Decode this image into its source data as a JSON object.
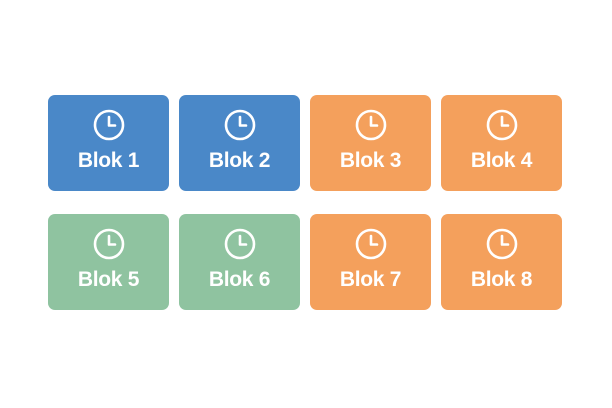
{
  "blocks": [
    {
      "label": "Blok 1",
      "color": "#4a88c8",
      "icon": "clock-icon"
    },
    {
      "label": "Blok 2",
      "color": "#4a88c8",
      "icon": "clock-icon"
    },
    {
      "label": "Blok 3",
      "color": "#f4a05c",
      "icon": "clock-icon"
    },
    {
      "label": "Blok 4",
      "color": "#f4a05c",
      "icon": "clock-icon"
    },
    {
      "label": "Blok 5",
      "color": "#8fc3a0",
      "icon": "clock-icon"
    },
    {
      "label": "Blok 6",
      "color": "#8fc3a0",
      "icon": "clock-icon"
    },
    {
      "label": "Blok 7",
      "color": "#f4a05c",
      "icon": "clock-icon"
    },
    {
      "label": "Blok 8",
      "color": "#f4a05c",
      "icon": "clock-icon"
    }
  ]
}
